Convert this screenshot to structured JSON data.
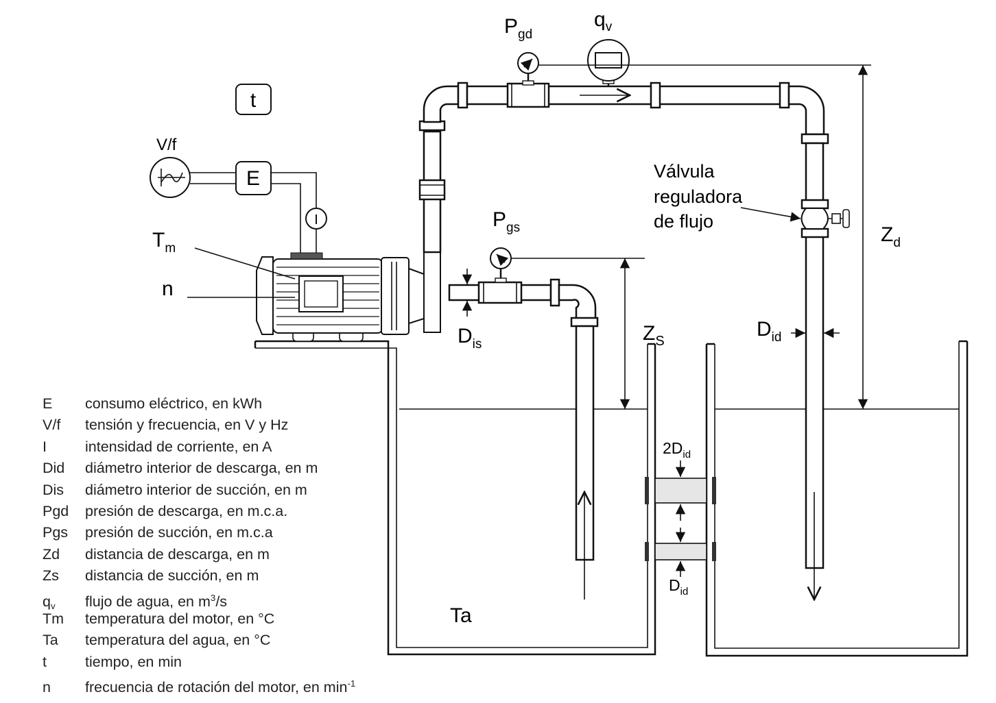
{
  "labels": {
    "t": "t",
    "vf": "V/f",
    "e": "E",
    "i": "I",
    "tm": {
      "base": "T",
      "sub": "m"
    },
    "n": "n",
    "pgd": {
      "base": "P",
      "sub": "gd"
    },
    "qv": {
      "base": "q",
      "sub": "v"
    },
    "pgs": {
      "base": "P",
      "sub": "gs"
    },
    "dis": {
      "base": "D",
      "sub": "is"
    },
    "zs": {
      "base": "Z",
      "sub": "S"
    },
    "did": {
      "base": "D",
      "sub": "id"
    },
    "zd": {
      "base": "Z",
      "sub": "d"
    },
    "valve": [
      "Válvula",
      "reguladora",
      "de flujo"
    ],
    "two_did": {
      "base": "2D",
      "sub": "id"
    },
    "did_bottom": {
      "base": "D",
      "sub": "id"
    },
    "ta": "Ta"
  },
  "legend": [
    {
      "symbol": "E",
      "text": "consumo eléctrico, en kWh"
    },
    {
      "symbol": "V/f",
      "text": "tensión y frecuencia,  en V y Hz"
    },
    {
      "symbol": "I",
      "text": "intensidad de corriente, en A"
    },
    {
      "symbol": "Did",
      "text": "diámetro interior de descarga, en m"
    },
    {
      "symbol": "Dis",
      "text": "diámetro interior de succión, en m"
    },
    {
      "symbol": "Pgd",
      "text": "presión de descarga, en m.c.a."
    },
    {
      "symbol": "Pgs",
      "text": "presión de succión, en m.c.a"
    },
    {
      "symbol": "Zd",
      "text": "distancia de descarga,  en m"
    },
    {
      "symbol": "Zs",
      "text": "distancia de succión,  en m"
    },
    {
      "symbol_base": "q",
      "symbol_sub": "v",
      "text": "flujo  de agua, en m",
      "text_sup": "3",
      "text_after": "/s"
    },
    {
      "symbol": "Tm",
      "text": "temperatura  del motor,  en °C"
    },
    {
      "symbol": "Ta",
      "text": "temperatura  del agua, en °C"
    },
    {
      "symbol": "t",
      "text": "tiempo, en min"
    },
    {
      "symbol": "n",
      "text": "frecuencia  de rotación del motor,  en min",
      "text_sup": "-1"
    }
  ]
}
